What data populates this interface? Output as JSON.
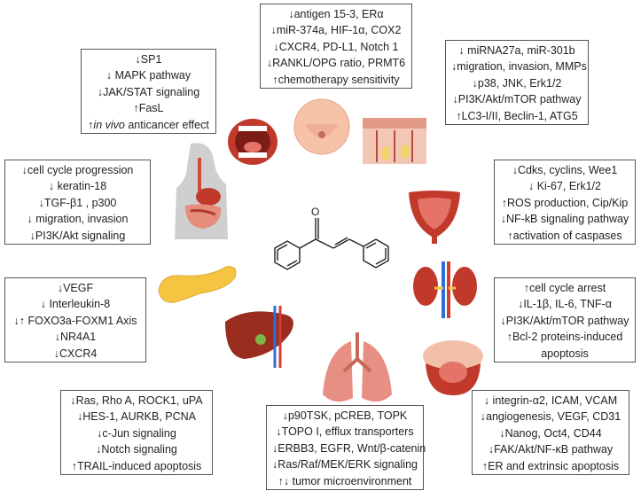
{
  "boxes": {
    "breast": [
      "↓antigen 15-3, ERα",
      "↓miR-374a, HIF-1α, COX2",
      "↓CXCR4, PD-L1, Notch 1",
      "↓RANKL/OPG ratio, PRMT6",
      "↑chemotherapy sensitivity"
    ],
    "oral": [
      "↓SP1",
      "↓ MAPK pathway",
      "↓JAK/STAT signaling",
      "↑FasL",
      "↑in vivo anticancer effect"
    ],
    "skin": [
      "↓ miRNA27a, miR-301b",
      "↓migration, invasion, MMPs",
      "↓p38, JNK, Erk1/2",
      "↓PI3K/Akt/mTOR pathway",
      "↑LC3-I/II, Beclin-1, ATG5"
    ],
    "gastric": [
      "↓cell cycle progression",
      "↓ keratin-18",
      "↓TGF-β1 , p300",
      "↓ migration, invasion",
      "↓PI3K/Akt signaling"
    ],
    "bladder": [
      "↓Cdks, cyclins, Wee1",
      "↓ Ki-67, Erk1/2",
      "↑ROS production, Cip/Kip",
      "↓NF-kB signaling pathway",
      "↑activation of caspases"
    ],
    "pancreas": [
      "↓VEGF",
      "↓ Interleukin-8",
      "↓↑ FOXO3a-FOXM1 Axis",
      "↓NR4A1",
      "↓CXCR4"
    ],
    "kidney": [
      "↑cell cycle arrest",
      "↓IL-1β, IL-6, TNF-α",
      "↓PI3K/Akt/mTOR pathway",
      "↑Bcl-2 proteins-induced",
      "apoptosis"
    ],
    "liver": [
      "↓Ras, Rho A, ROCK1, uPA",
      "↓HES-1, AURKB, PCNA",
      "↓c-Jun signaling",
      "↓Notch signaling",
      "↑TRAIL-induced apoptosis"
    ],
    "lung": [
      "↓p90TSK, pCREB, TOPK",
      "↓TOPO I, efflux transporters",
      "↓ERBB3, EGFR, Wnt/β-catenin",
      "↓Ras/Raf/MEK/ERK signaling",
      "↑↓ tumor microenvironment"
    ],
    "prostate": [
      "↓ integrin-α2, ICAM, VCAM",
      "↓angiogenesis, VEGF, CD31",
      "↓Nanog, Oct4, CD44",
      "↓FAK/Akt/NF-κB pathway",
      "↑ER and extrinsic apoptosis"
    ]
  },
  "colors": {
    "border": "#555555",
    "organ_red": "#c0392b",
    "skin_pink": "#f3c7b5",
    "pancreas_yellow": "#f5c542",
    "liver_brown": "#9b2d20"
  }
}
